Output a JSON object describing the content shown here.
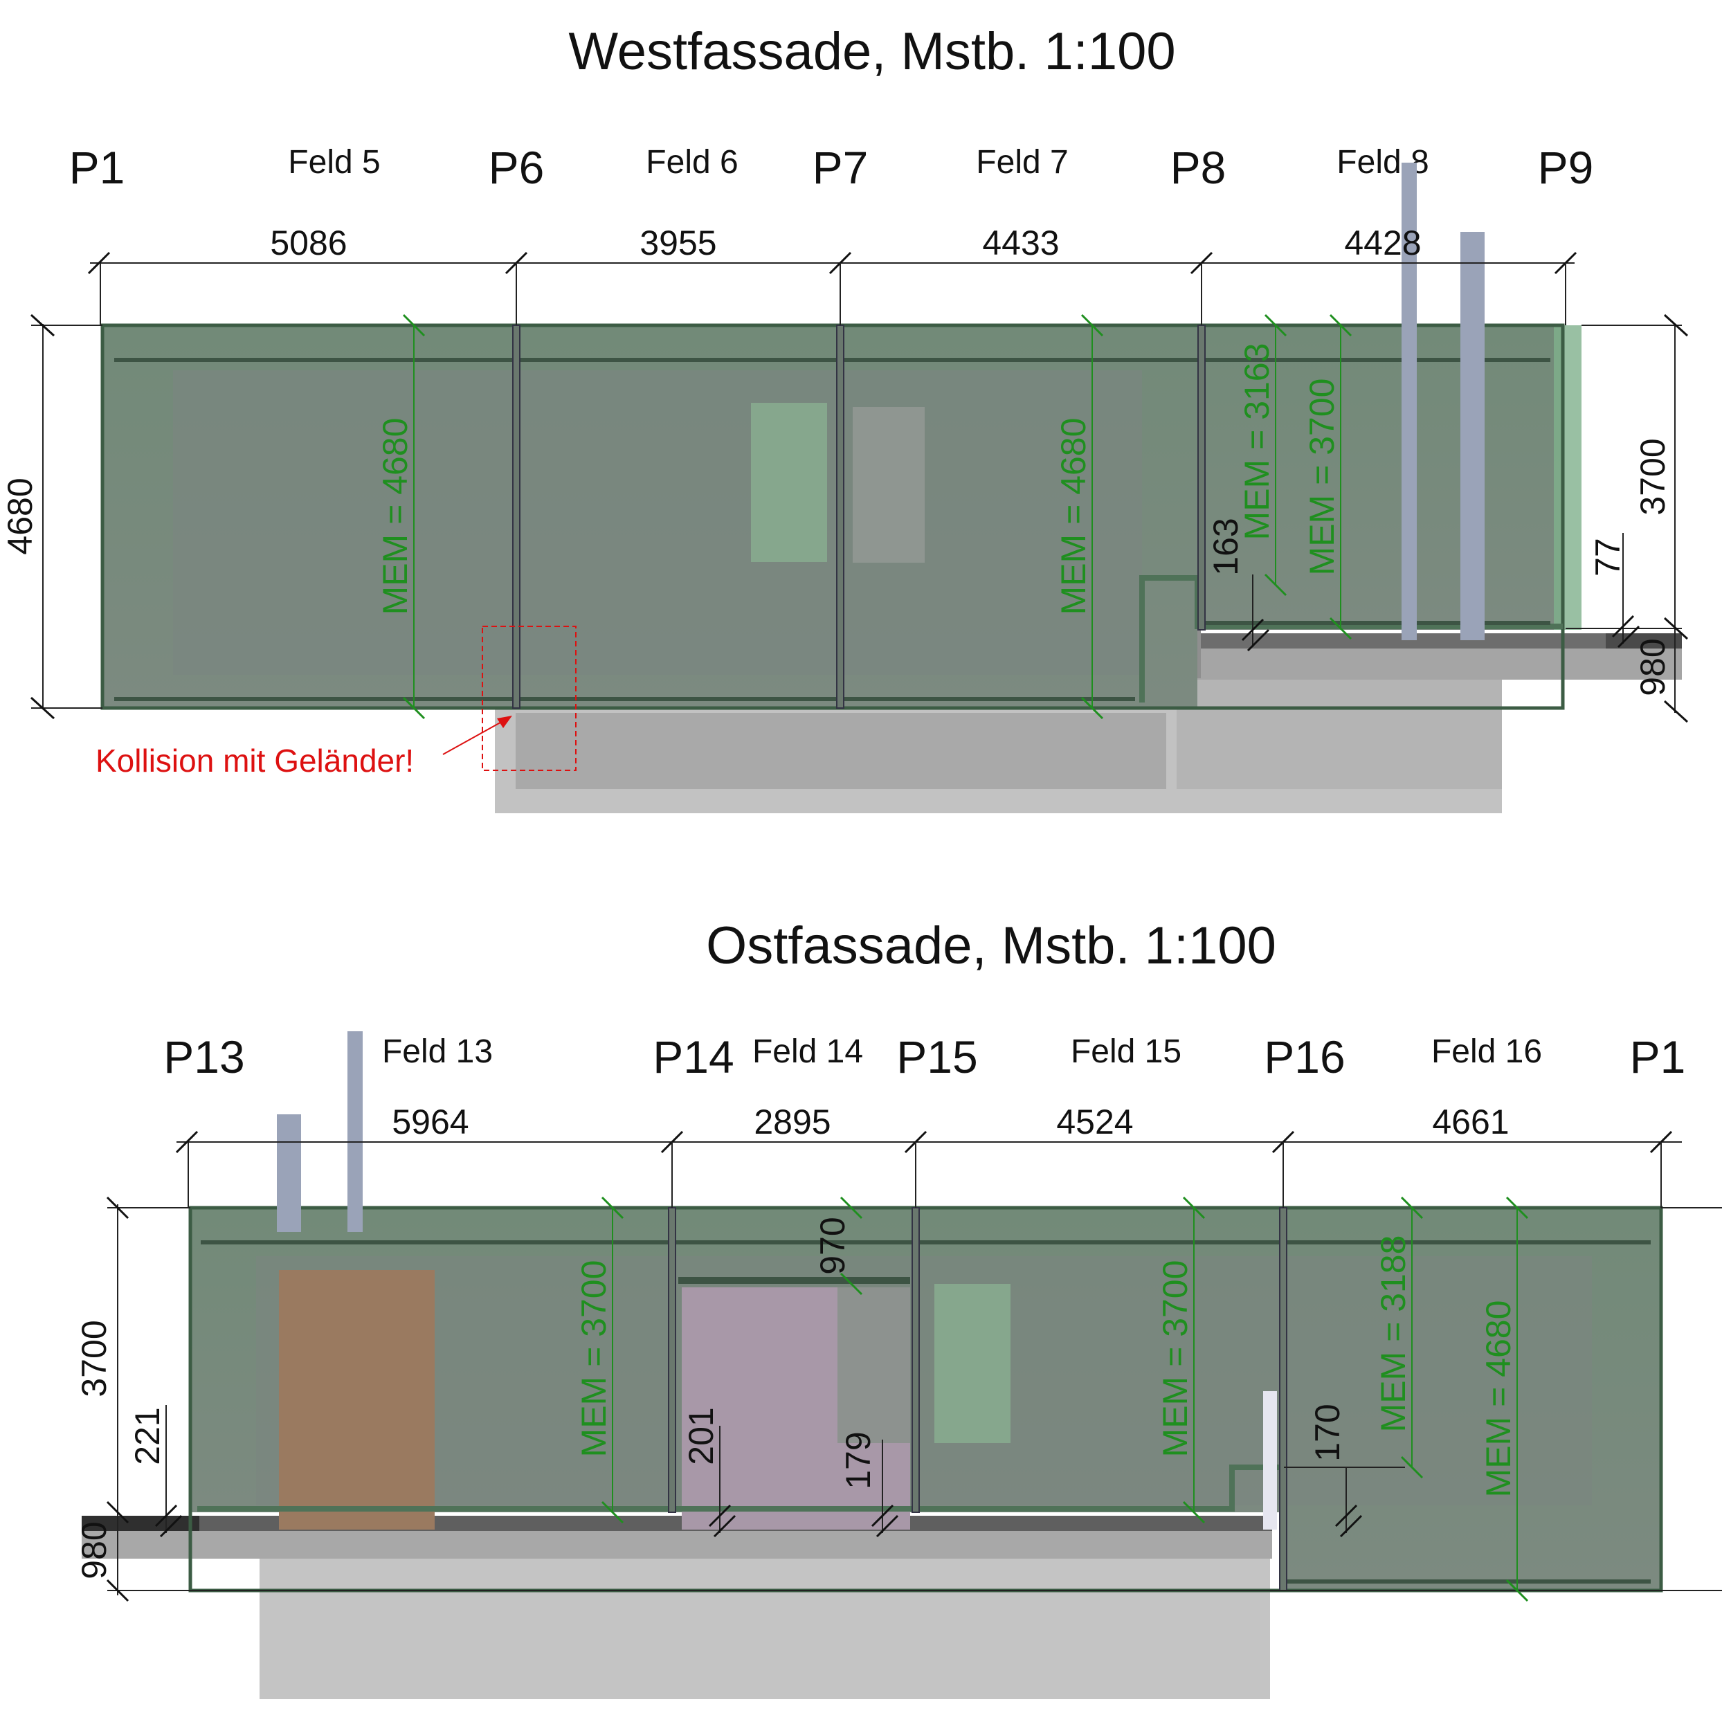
{
  "west": {
    "title": "Westfassade, Mstb. 1:100",
    "pillars": [
      "P1",
      "P6",
      "P7",
      "P8",
      "P9"
    ],
    "felder": [
      "Feld 5",
      "Feld 6",
      "Feld 7",
      "Feld 8"
    ],
    "spans": [
      "5086",
      "3955",
      "4433",
      "4428"
    ],
    "height_left": "4680",
    "height_right": "3700",
    "small_dims": [
      "163",
      "77",
      "980"
    ],
    "mem_labels": [
      "MEM = 4680",
      "MEM = 4680",
      "MEM = 3163",
      "MEM = 3700"
    ],
    "note": "Kollision mit Geländer!"
  },
  "east": {
    "title": "Ostfassade, Mstb. 1:100",
    "pillars": [
      "P13",
      "P14",
      "P15",
      "P16",
      "P1"
    ],
    "felder": [
      "Feld 13",
      "Feld 14",
      "Feld 15",
      "Feld 16"
    ],
    "spans": [
      "5964",
      "2895",
      "4524",
      "4661"
    ],
    "height_left": "3700",
    "small_dims": [
      "221",
      "980",
      "201",
      "970",
      "179",
      "170"
    ],
    "mem_labels": [
      "MEM = 3700",
      "MEM = 3700",
      "MEM = 3188",
      "MEM = 4680"
    ]
  },
  "colors": {
    "mem": "#1f8f1f",
    "glass": "#6f9a7c",
    "frame": "#3c5c44",
    "note": "#dd1111"
  }
}
